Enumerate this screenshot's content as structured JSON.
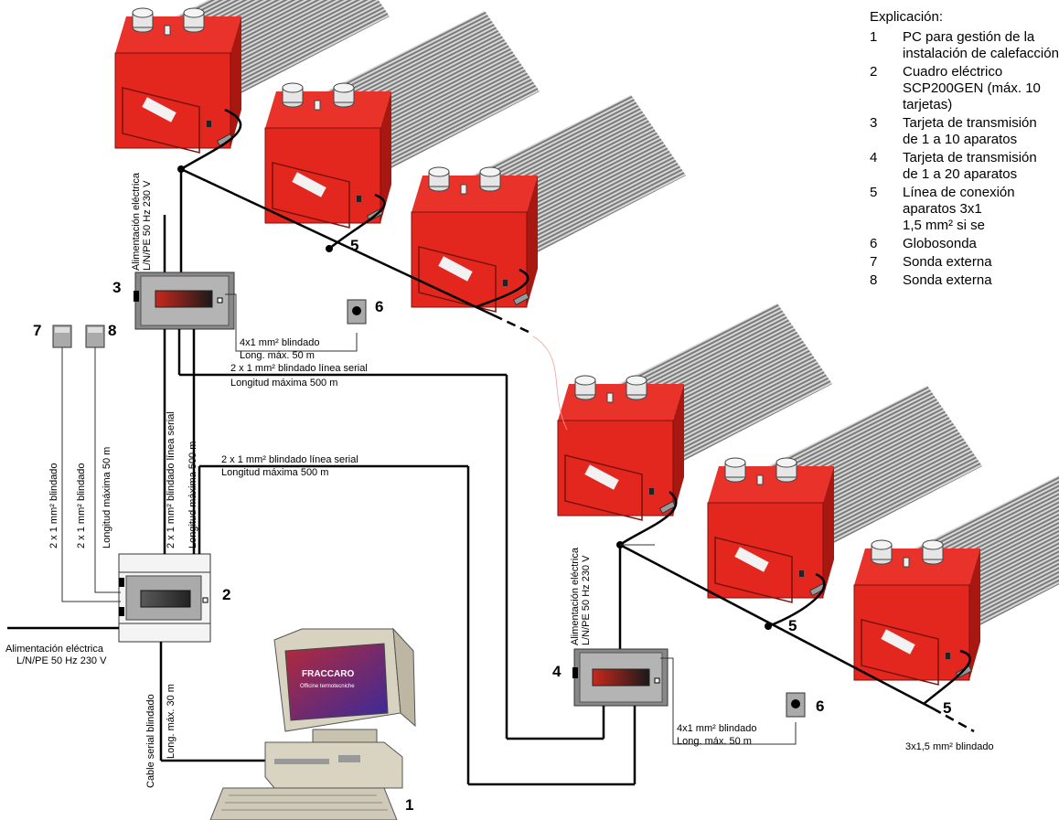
{
  "labels": {
    "num1": "1",
    "num2": "2",
    "num3": "3",
    "num4": "4",
    "num5": "5",
    "num6": "6",
    "num7": "7",
    "num8": "8",
    "power_a": "Alimentación eléctrica",
    "power_b": "L/N/PE 50 Hz 230 V",
    "cable_4x1_a": "4x1 mm² blindado",
    "cable_4x1_b": "Long. máx. 50 m",
    "serial_a": "2 x 1 mm² blindado línea serial",
    "serial_b": "Longitud máxima 500 m",
    "shielded_2x1": "2 x 1 mm² blindado",
    "length_50": "Longitud máxima 50 m",
    "serial_vertical": "2 x 1 mm² blindado línea serial",
    "length_500": "Longitud máxima 500 m",
    "pc_cable_a": "Cable serial blindado",
    "pc_cable_b": "Long. máx. 30 m",
    "line_3x15": "3x1,5 mm² blindado",
    "monitor_brand": "FRACCARO",
    "monitor_sub": "Officine termotecniche",
    "heater_brand": "FRACCARO"
  },
  "explanation": {
    "title": "Explicación:",
    "items": [
      {
        "n": "1",
        "lines": [
          "PC para gestión de la",
          "instalación de calefacción"
        ]
      },
      {
        "n": "2",
        "lines": [
          "Cuadro eléctrico",
          "SCP200GEN (máx. 10",
          "tarjetas)"
        ]
      },
      {
        "n": "3",
        "lines": [
          "Tarjeta de transmisión",
          "de 1 a 10 aparatos"
        ]
      },
      {
        "n": "4",
        "lines": [
          "Tarjeta de transmisión",
          "de 1 a 20 aparatos"
        ]
      },
      {
        "n": "5",
        "lines": [
          "Línea de conexión",
          "aparatos 3x1",
          "1,5 mm² si se"
        ]
      },
      {
        "n": "6",
        "lines": [
          "Globosonda"
        ]
      },
      {
        "n": "7",
        "lines": [
          "Sonda externa"
        ]
      },
      {
        "n": "8",
        "lines": [
          "Sonda externa"
        ]
      }
    ]
  },
  "colors": {
    "heater_red": "#e3261e",
    "heater_red_dark": "#a81810",
    "panel_grey": "#a8a8a8",
    "display_red": "#c8281c"
  }
}
